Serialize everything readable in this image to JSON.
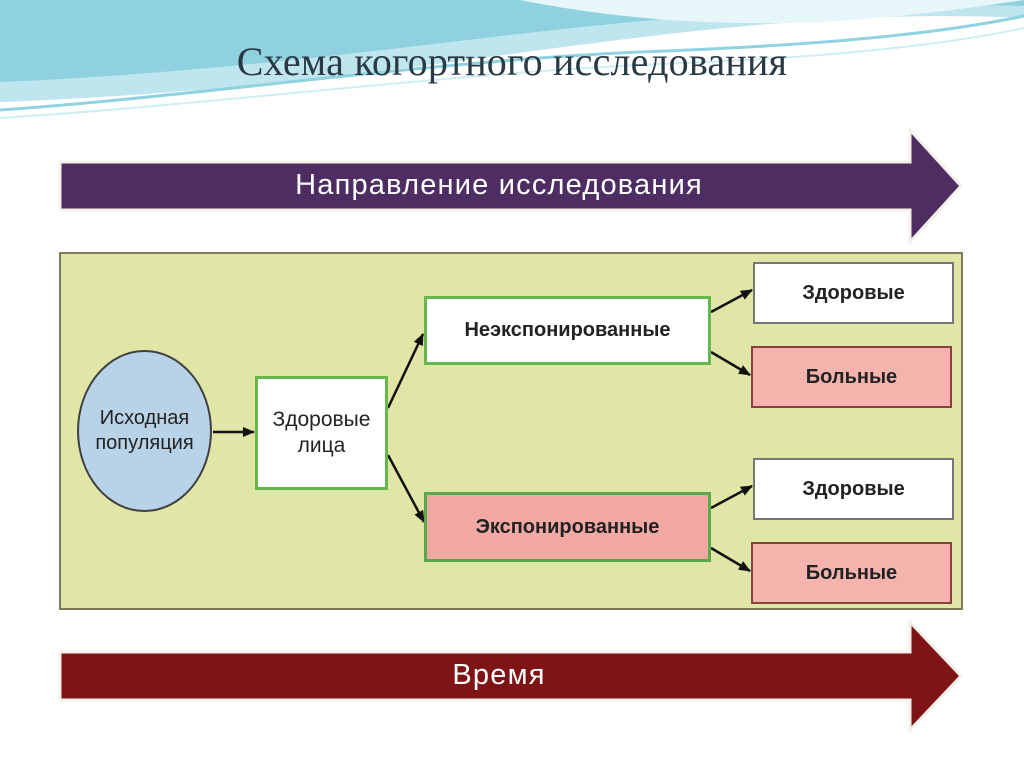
{
  "slide": {
    "title": "Схема когортного исследования"
  },
  "diagram": {
    "direction_label": "Направление исследования",
    "time_label": "Время",
    "start_line1": "Исходная",
    "start_line2": "популяция",
    "healthy_line1": "Здоровые",
    "healthy_line2": "лица",
    "unexposed": "Неэкспонированные",
    "exposed": "Экспонированные",
    "unexposed_healthy": "Здоровые",
    "unexposed_sick": "Больные",
    "exposed_healthy": "Здоровые",
    "exposed_sick": "Больные"
  },
  "colors": {
    "direction_arrow": "#4e2d63",
    "time_arrow": "#7e1416",
    "panel": "#dfe6a6",
    "box_border_green": "#67b84c",
    "pink_fill": "#f2a8a3",
    "circle_fill": "#b8d2e8"
  }
}
